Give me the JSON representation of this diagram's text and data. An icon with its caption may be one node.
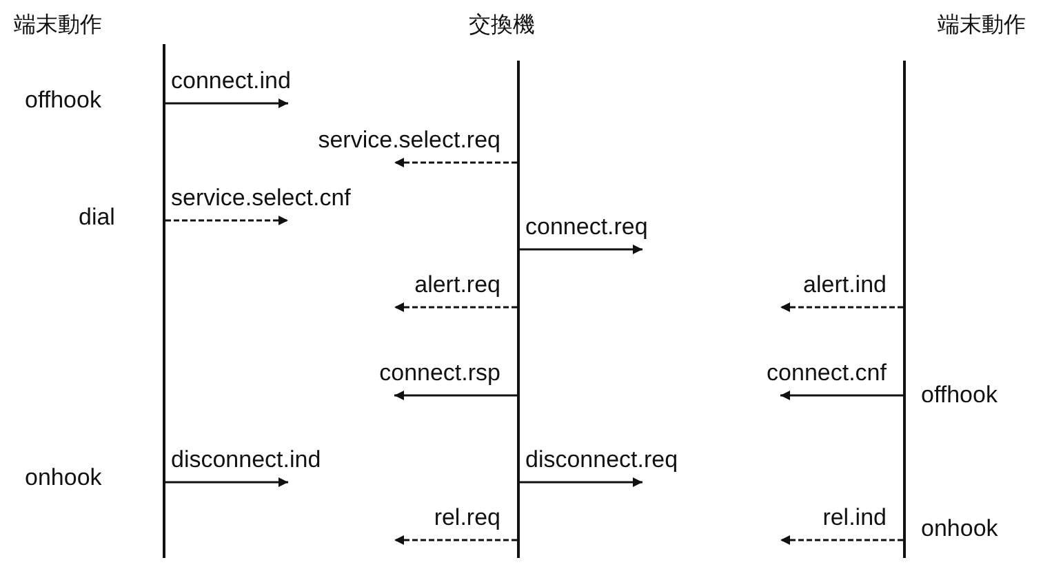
{
  "diagram": {
    "nodes": [
      {
        "text": [
          "端末動作"
        ]
      },
      {
        "text": [
          "交換機"
        ]
      },
      {
        "text": [
          "端末動作"
        ]
      }
    ],
    "edges": [
      {
        "from": 0,
        "to": null,
        "arrow": "to",
        "label": "connect.ind"
      },
      {
        "from": 1,
        "to": null,
        "arrow": "to",
        "label": "service.select.req",
        "style": "dashed"
      },
      {
        "from": 0,
        "to": null,
        "arrow": "to",
        "label": "service.select.cnf",
        "style": "dashed"
      },
      {
        "from": 1,
        "to": null,
        "arrow": "to",
        "label": "connect.req"
      },
      {
        "from": 1,
        "to": null,
        "arrow": "to",
        "label": "alert.req",
        "style": "dashed"
      },
      {
        "from": 2,
        "to": null,
        "arrow": "to",
        "label": "alert.ind",
        "style": "dashed"
      },
      {
        "from": 1,
        "to": null,
        "arrow": "to",
        "label": "connect.rsp"
      },
      {
        "from": 2,
        "to": null,
        "arrow": "to",
        "label": "connect.cnf"
      },
      {
        "from": 0,
        "to": null,
        "arrow": "to",
        "label": "disconnect.ind"
      },
      {
        "from": 1,
        "to": null,
        "arrow": "to",
        "label": "disconnect.req"
      },
      {
        "from": 1,
        "to": null,
        "arrow": "to",
        "label": "rel.req",
        "style": "dashed"
      },
      {
        "from": 2,
        "to": null,
        "arrow": "to",
        "label": "rel.ind",
        "style": "dashed"
      }
    ],
    "labels": [
      "offhook",
      "dial",
      "onhook",
      "offhook",
      "onhook"
    ]
  }
}
